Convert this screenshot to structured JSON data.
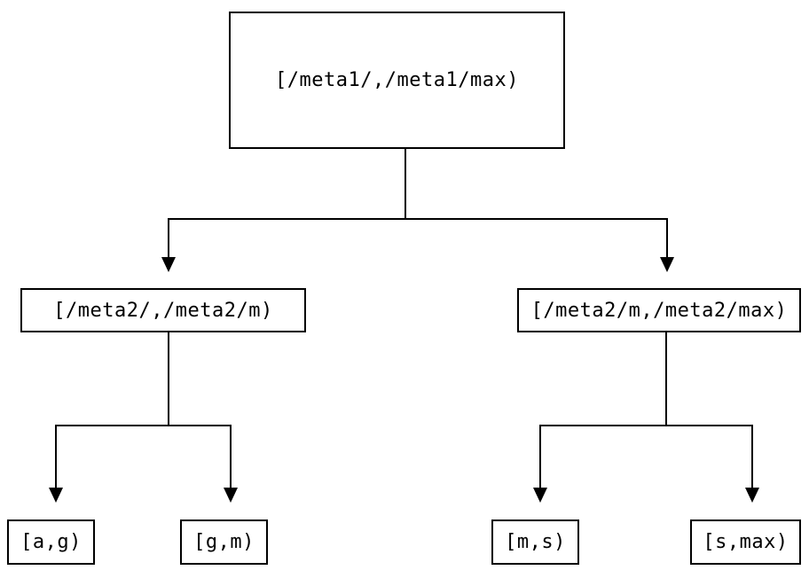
{
  "diagram": {
    "type": "binary-interval-tree",
    "colors": {
      "line_color": "#000000",
      "node_border_color": "#000000",
      "text_color": "#000000",
      "bg_color": "#ffffff"
    },
    "nodes": {
      "root": {
        "label": "[/meta1/,/meta1/max)"
      },
      "left": {
        "label": "[/meta2/,/meta2/m)"
      },
      "right": {
        "label": "[/meta2/m,/meta2/max)"
      },
      "leaf_ag": {
        "label": "[a,g)"
      },
      "leaf_gm": {
        "label": "[g,m)"
      },
      "leaf_ms": {
        "label": "[m,s)"
      },
      "leaf_smax": {
        "label": "[s,max)"
      }
    },
    "edges": [
      {
        "from": "root",
        "to": "left"
      },
      {
        "from": "root",
        "to": "right"
      },
      {
        "from": "left",
        "to": "leaf_ag"
      },
      {
        "from": "left",
        "to": "leaf_gm"
      },
      {
        "from": "right",
        "to": "leaf_ms"
      },
      {
        "from": "right",
        "to": "leaf_smax"
      }
    ]
  }
}
